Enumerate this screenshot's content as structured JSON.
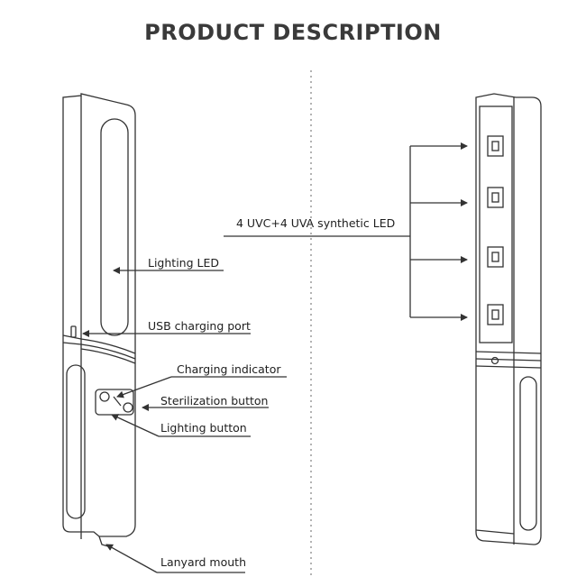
{
  "title": "PRODUCT DESCRIPTION",
  "labels": {
    "uv_led": "4 UVC+4 UVA synthetic LED",
    "lighting_led": "Lighting LED",
    "usb_port": "USB charging port",
    "charging_indicator": "Charging indicator",
    "sterilization_button": "Sterilization button",
    "lighting_button": "Lighting button",
    "lanyard_mouth": "Lanyard mouth"
  },
  "colors": {
    "line": "#333333",
    "text": "#1e1e1e",
    "divider": "#9a9a9a"
  }
}
